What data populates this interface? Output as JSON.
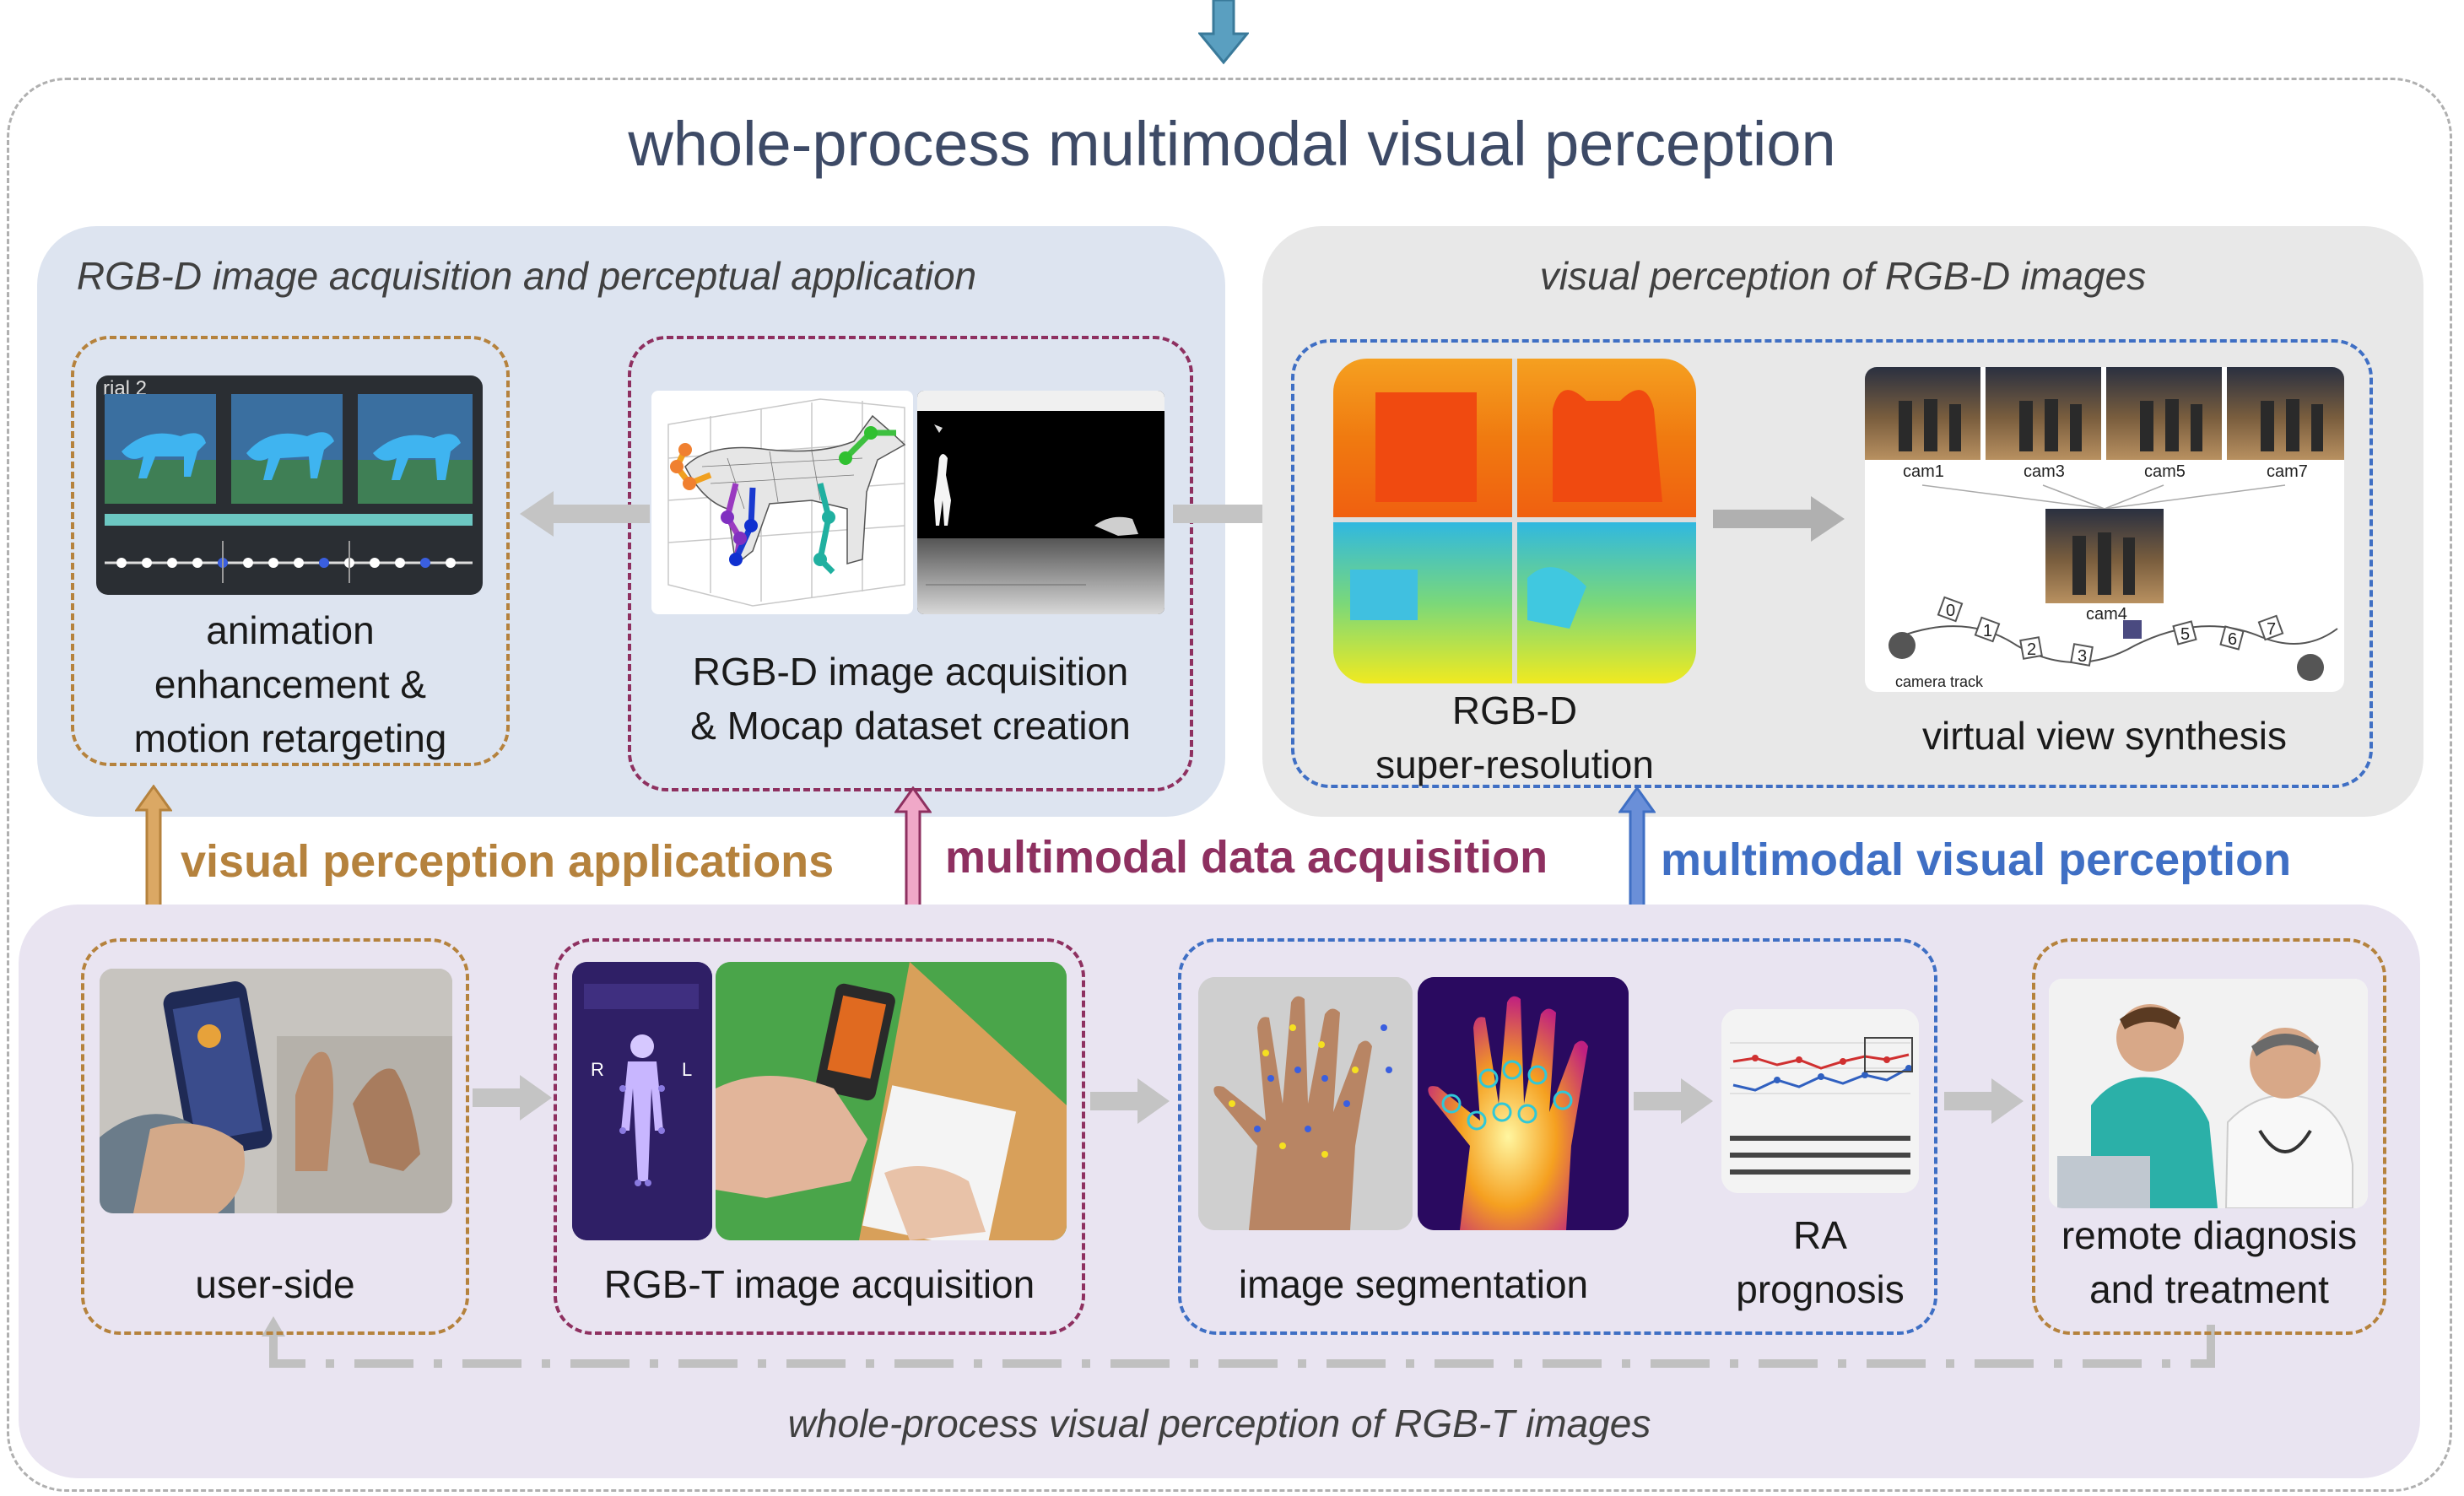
{
  "title": "whole-process multimodal visual perception",
  "top_panel_left": {
    "title": "RGB-D image acquisition and perceptual application",
    "animation_label": "animation\nenhancement &\nmotion retargeting",
    "acquisition_label": "RGB-D image acquisition\n& Mocap dataset creation",
    "anim_screen_text": "rial 2"
  },
  "top_panel_right": {
    "title": "visual perception of RGB-D images",
    "superres_label": "RGB-D\nsuper-resolution",
    "view_synthesis_label": "virtual view synthesis",
    "cams_top": [
      "cam1",
      "cam3",
      "cam5",
      "cam7"
    ],
    "cam_center": "cam4",
    "camera_track": "camera track",
    "track_numbers": [
      "0",
      "1",
      "2",
      "3",
      "5",
      "6",
      "7"
    ]
  },
  "connectors": {
    "applications": "visual perception applications",
    "acquisition": "multimodal data acquisition",
    "perception": "multimodal visual perception"
  },
  "bottom_panel": {
    "title": "whole-process visual perception of RGB-T images",
    "user_side_label": "user-side",
    "rgbt_label": "RGB-T image acquisition",
    "segmentation_label": "image segmentation",
    "prognosis_label": "RA\nprognosis",
    "diagnosis_label": "remote diagnosis\nand treatment",
    "phone_rl": [
      "R",
      "L"
    ]
  },
  "colors": {
    "applications": "#b5823d",
    "acquisition": "#8e3060",
    "perception": "#3f6fc4",
    "title": "#3d4a66",
    "top_left_bg": "#dde4f0",
    "top_right_bg": "#e8e8e8",
    "bottom_bg": "#e9e4f1"
  }
}
